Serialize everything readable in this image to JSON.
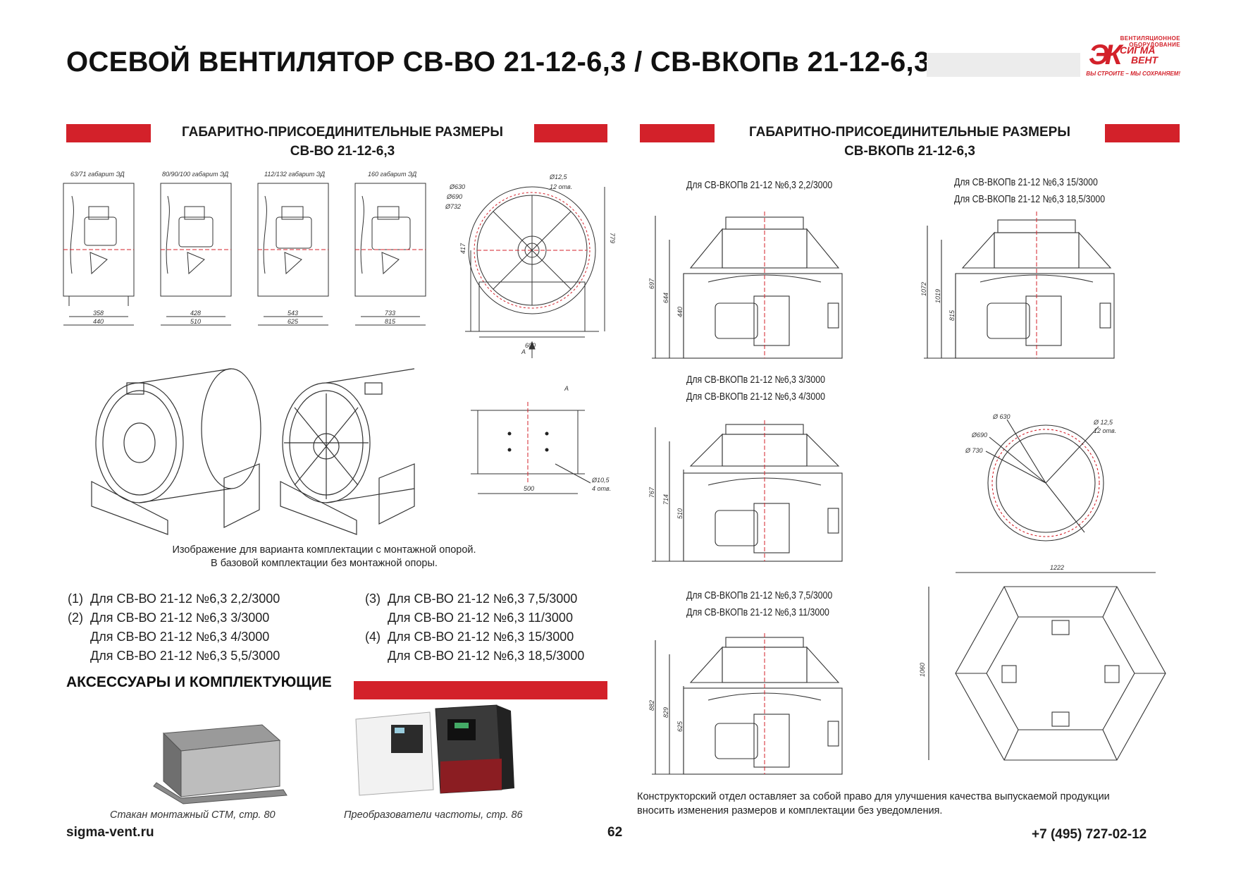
{
  "header": {
    "title": "ОСЕВОЙ ВЕНТИЛЯТОР СВ-ВО 21-12-6,3 / СВ-ВКОПв 21-12-6,3",
    "logo": {
      "top_text_1": "ВЕНТИЛЯЦИОННОЕ",
      "top_text_2": "ОБОРУДОВАНИЕ",
      "name_1": "СИГМА",
      "name_2": "ВЕНТ",
      "slogan": "ВЫ СТРОИТЕ – МЫ СОХРАНЯЕМ!"
    }
  },
  "left_section": {
    "heading_line1": "ГАБАРИТНО-ПРИСОЕДИНИТЕЛЬНЫЕ РАЗМЕРЫ",
    "heading_line2": "СВ-ВО 21-12-6,3",
    "views": [
      {
        "label": "63/71 габарит ЭД",
        "dim_inner": "358",
        "dim_outer": "440"
      },
      {
        "label": "80/90/100 габарит ЭД",
        "dim_inner": "428",
        "dim_outer": "510"
      },
      {
        "label": "112/132 габарит ЭД",
        "dim_inner": "543",
        "dim_outer": "625"
      },
      {
        "label": "160 габарит ЭД",
        "dim_inner": "733",
        "dim_outer": "815"
      }
    ],
    "front_view": {
      "d1": "Ø630",
      "d2": "Ø690",
      "d3": "Ø732",
      "holes": "Ø12,5",
      "holes_count": "12 отв.",
      "height_total": "779",
      "height_axis": "417",
      "width": "600",
      "arrow": "A"
    },
    "bottom_view": {
      "label": "A",
      "width": "500",
      "holes": "Ø10,5",
      "holes_count": "4 отв."
    },
    "caption_line1": "Изображение для варианта комплектации с монтажной опорой.",
    "caption_line2": "В базовой комплектации без монтажной опоры.",
    "variants_left": [
      {
        "num": "(1)",
        "text": "Для СВ-ВО 21-12 №6,3  2,2/3000"
      },
      {
        "num": "(2)",
        "text": "Для СВ-ВО 21-12 №6,3  3/3000"
      },
      {
        "num": "",
        "text": "Для СВ-ВО 21-12 №6,3  4/3000"
      },
      {
        "num": "",
        "text": "Для СВ-ВО 21-12 №6,3  5,5/3000"
      }
    ],
    "variants_right": [
      {
        "num": "(3)",
        "text": "Для СВ-ВО 21-12 №6,3  7,5/3000"
      },
      {
        "num": "",
        "text": "Для СВ-ВО 21-12 №6,3  11/3000"
      },
      {
        "num": "(4)",
        "text": "Для СВ-ВО 21-12 №6,3  15/3000"
      },
      {
        "num": "",
        "text": "Для СВ-ВО 21-12 №6,3  18,5/3000"
      }
    ]
  },
  "accessories": {
    "heading": "АКСЕССУАРЫ И КОМПЛЕКТУЮЩИЕ",
    "items": [
      {
        "caption": "Стакан монтажный СТМ, стр. 80"
      },
      {
        "caption": "Преобразователи частоты, стр. 86"
      }
    ]
  },
  "right_section": {
    "heading_line1": "ГАБАРИТНО-ПРИСОЕДИНИТЕЛЬНЫЕ РАЗМЕРЫ",
    "heading_line2": "СВ-ВКОПв 21-12-6,3",
    "roof_1": {
      "label": "Для СВ-ВКОПв 21-12 №6,3  2,2/3000",
      "h1": "697",
      "h2": "644",
      "h3": "440"
    },
    "roof_2": {
      "label_1": "Для СВ-ВКОПв 21-12 №6,3  15/3000",
      "label_2": "Для СВ-ВКОПв 21-12 №6,3  18,5/3000",
      "h1": "1072",
      "h2": "1019",
      "h3": "815"
    },
    "roof_3": {
      "label_1": "Для СВ-ВКОПв 21-12 №6,3  3/3000",
      "label_2": "Для СВ-ВКОПв 21-12 №6,3  4/3000",
      "h1": "767",
      "h2": "714",
      "h3": "510"
    },
    "roof_4": {
      "label_1": "Для СВ-ВКОПв 21-12 №6,3  7,5/3000",
      "label_2": "Для СВ-ВКОПв 21-12 №6,3  11/3000",
      "h1": "882",
      "h2": "829",
      "h3": "625"
    },
    "flange": {
      "d1": "Ø 630",
      "d2": "Ø690",
      "d3": "Ø 730",
      "holes": "Ø 12,5",
      "holes_count": "12 отв."
    },
    "plan": {
      "width": "1222",
      "height": "1060"
    },
    "note_line1": "Конструкторский отдел оставляет за собой право для улучшения качества выпускаемой продукции",
    "note_line2": "вносить изменения размеров и комплектации без уведомления."
  },
  "footer": {
    "website": "sigma-vent.ru",
    "page": "62",
    "phone": "+7  (495)  727-02-12"
  },
  "colors": {
    "accent": "#d3212a",
    "grey_bar": "#ececec",
    "text": "#1a1a1a"
  }
}
